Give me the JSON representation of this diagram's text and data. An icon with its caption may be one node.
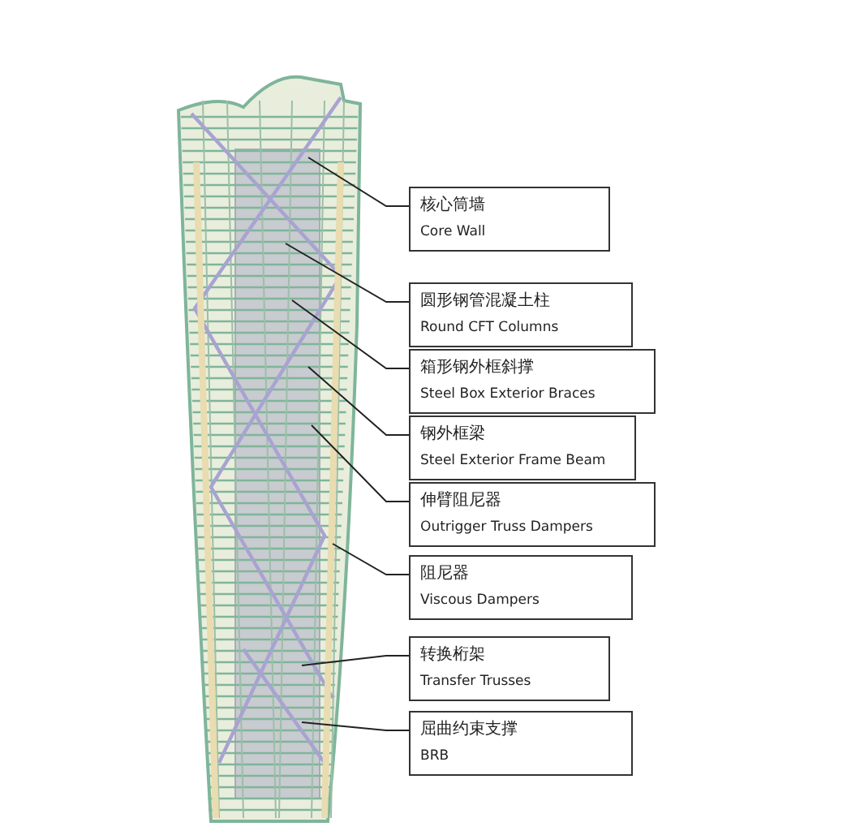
{
  "diagram": {
    "nodes": [
      {
        "text": [
          "核心筒墙",
          "Core Wall"
        ]
      },
      {
        "text": [
          "圆形钢管混凝土柱",
          "Round CFT Columns"
        ]
      },
      {
        "text": [
          "箱形钢外框斜撑",
          "Steel Box Exterior Braces"
        ]
      },
      {
        "text": [
          "钢外框梁",
          "Steel Exterior Frame Beam"
        ]
      },
      {
        "text": [
          "伸臂阻尼器",
          "Outrigger Truss Dampers"
        ]
      },
      {
        "text": [
          "阻尼器",
          "Viscous Dampers"
        ]
      },
      {
        "text": [
          "转换桁架",
          "Transfer Trusses"
        ]
      },
      {
        "text": [
          "屈曲约束支撑",
          "BRB"
        ]
      }
    ],
    "edges": [
      {
        "from": 0,
        "to": null,
        "arrow": "none"
      },
      {
        "from": 1,
        "to": null,
        "arrow": "none"
      },
      {
        "from": 2,
        "to": null,
        "arrow": "none"
      },
      {
        "from": 3,
        "to": null,
        "arrow": "none"
      },
      {
        "from": 4,
        "to": null,
        "arrow": "none"
      },
      {
        "from": 5,
        "to": null,
        "arrow": "none"
      },
      {
        "from": 6,
        "to": null,
        "arrow": "none"
      },
      {
        "from": 7,
        "to": null,
        "arrow": "none"
      }
    ]
  }
}
